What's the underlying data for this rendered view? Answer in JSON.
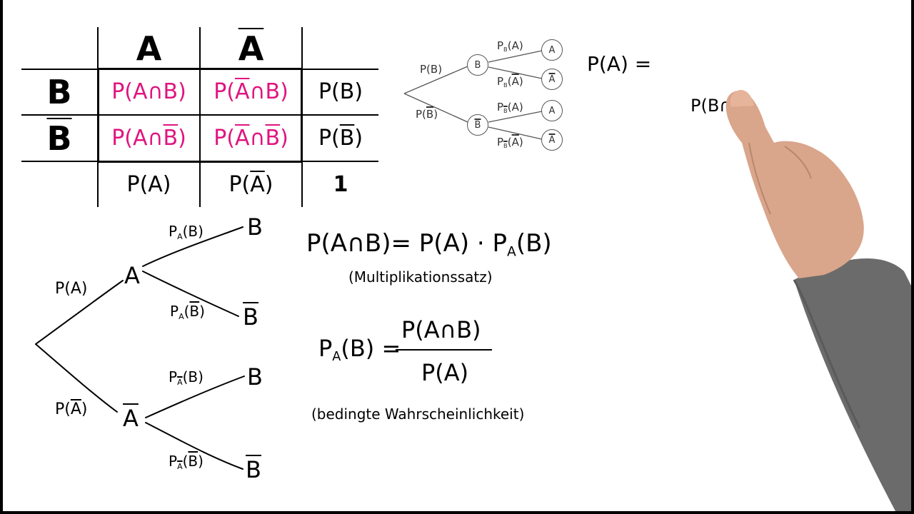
{
  "table": {
    "col_a": "A",
    "col_not_a": "A",
    "row_b": "B",
    "row_not_b": "B",
    "p_a_and_b": "P(A∩B)",
    "p_nota_and_b_pre": "P(",
    "p_nota_and_b_a": "A",
    "p_nota_and_b_post": "∩B)",
    "p_a_and_notb_pre": "P(A∩",
    "p_a_and_notb_b": "B",
    "p_a_and_notb_post": ")",
    "p_nota_notb_pre": "P(",
    "p_nota_notb_a": "A",
    "p_nota_notb_mid": "∩",
    "p_nota_notb_b": "B",
    "p_nota_notb_post": ")",
    "p_b": "P(B)",
    "p_notb_pre": "P(",
    "p_notb_b": "B",
    "p_notb_post": ")",
    "p_a": "P(A)",
    "p_nota_pre": "P(",
    "p_nota_a": "A",
    "p_nota_post": ")",
    "total": "1"
  },
  "small_tree": {
    "p_b": "P(B)",
    "p_notb_pre": "P(",
    "p_notb_b": "B",
    "p_notb_post": ")",
    "node_b": "B",
    "node_notb": "B",
    "leaf1": "A",
    "leaf2": "A",
    "leaf3": "A",
    "leaf4": "A",
    "edge1": "P",
    "edge1_sub": "B",
    "edge1_arg": "(A)",
    "edge2": "P",
    "edge2_sub": "B",
    "edge2_arg_pre": "(",
    "edge2_arg_a": "A",
    "edge2_arg_post": ")",
    "edge3": "P",
    "edge3_sub": "B",
    "edge3_arg": "(A)",
    "edge4": "P",
    "edge4_sub": "B",
    "edge4_arg_pre": "(",
    "edge4_arg_a": "A",
    "edge4_arg_post": ")"
  },
  "right": {
    "pa_eq": "P(A) =",
    "partial": "P(B∩A)"
  },
  "big_tree": {
    "p_a": "P(A)",
    "p_nota_pre": "P(",
    "p_nota_a": "A",
    "p_nota_post": ")",
    "node_a": "A",
    "node_nota": "A",
    "leaf_b1": "B",
    "leaf_notb1": "B",
    "leaf_b2": "B",
    "leaf_notb2": "B",
    "e1_p": "P",
    "e1_sub": "A",
    "e1_arg": "(B)",
    "e2_p": "P",
    "e2_sub": "A",
    "e2_arg_pre": "(",
    "e2_arg_b": "B",
    "e2_arg_post": ")",
    "e3_p": "P",
    "e3_sub": "A",
    "e3_arg": "(B)",
    "e4_p": "P",
    "e4_sub": "A",
    "e4_arg_pre": "(",
    "e4_arg_b": "B",
    "e4_arg_post": ")"
  },
  "formulas": {
    "mult_lhs": "P(A∩B)= P(A) · P",
    "mult_sub": "A",
    "mult_rhs": "(B)",
    "mult_label": "(Multiplikationssatz)",
    "cond_p": "P",
    "cond_sub": "A",
    "cond_arg": "(B) =",
    "cond_num": "P(A∩B)",
    "cond_den": "P(A)",
    "cond_label": "(bedingte Wahrscheinlichkeit)"
  },
  "colors": {
    "accent": "#e0157f",
    "skin": "#d9a58b",
    "sleeve": "#6b6b6b"
  }
}
